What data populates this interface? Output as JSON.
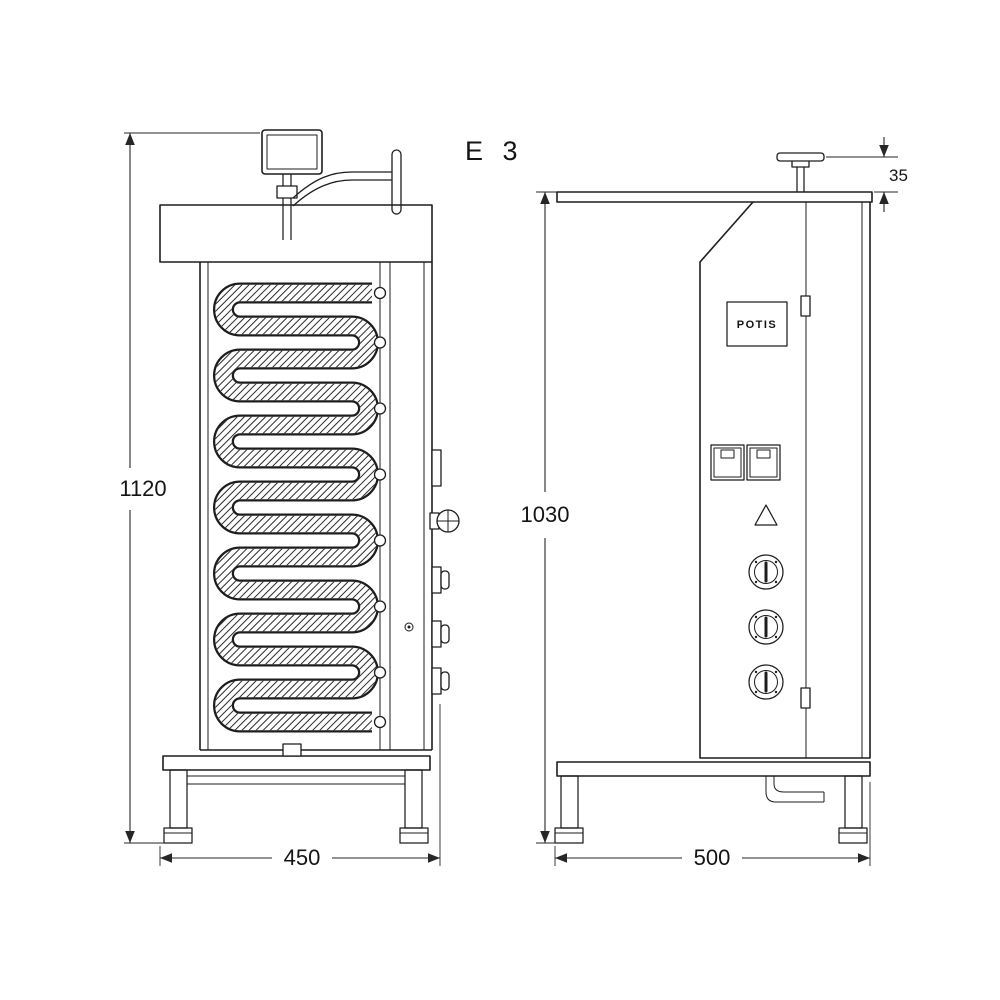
{
  "title": "E 3",
  "brand": "POTIS",
  "dimensions": {
    "front_height": "1120",
    "front_width": "450",
    "side_height": "1030",
    "side_depth": "500",
    "handle_offset": "35"
  },
  "colors": {
    "line": "#1d1d1f",
    "background": "#ffffff",
    "text": "#141414"
  },
  "drawing": {
    "type": "technical-drawing",
    "views": [
      "front",
      "side"
    ]
  }
}
